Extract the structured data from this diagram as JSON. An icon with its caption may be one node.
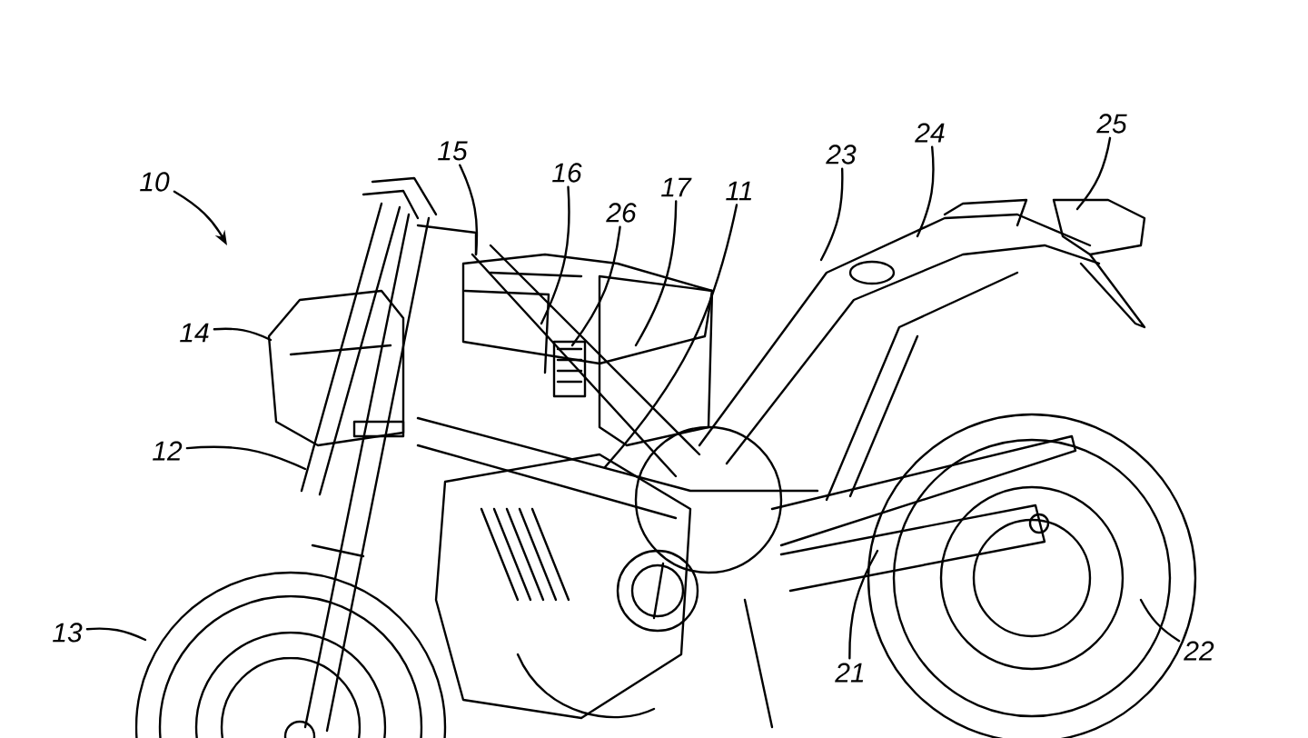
{
  "diagram": {
    "nodes": [
      {
        "text": [
          "10"
        ]
      },
      {
        "text": [
          "15"
        ]
      },
      {
        "text": [
          "16"
        ]
      },
      {
        "text": [
          "26"
        ]
      },
      {
        "text": [
          "17"
        ]
      },
      {
        "text": [
          "11"
        ]
      },
      {
        "text": [
          "23"
        ]
      },
      {
        "text": [
          "24"
        ]
      },
      {
        "text": [
          "25"
        ]
      },
      {
        "text": [
          "14"
        ]
      },
      {
        "text": [
          "12"
        ]
      },
      {
        "text": [
          "13"
        ]
      },
      {
        "text": [
          "21"
        ]
      },
      {
        "text": [
          "22"
        ]
      }
    ],
    "edges": [
      {
        "from": 0,
        "to": null,
        "arrow": "to"
      },
      {
        "from": 1,
        "to": null,
        "arrow": "none"
      },
      {
        "from": 2,
        "to": null,
        "arrow": "none"
      },
      {
        "from": 3,
        "to": null,
        "arrow": "none"
      },
      {
        "from": 4,
        "to": null,
        "arrow": "none"
      },
      {
        "from": 5,
        "to": null,
        "arrow": "none"
      },
      {
        "from": 6,
        "to": null,
        "arrow": "none"
      },
      {
        "from": 7,
        "to": null,
        "arrow": "none"
      },
      {
        "from": 8,
        "to": null,
        "arrow": "none"
      },
      {
        "from": 9,
        "to": null,
        "arrow": "none"
      },
      {
        "from": 10,
        "to": null,
        "arrow": "none"
      },
      {
        "from": 11,
        "to": null,
        "arrow": "none"
      },
      {
        "from": 12,
        "to": null,
        "arrow": "none"
      },
      {
        "from": 13,
        "to": null,
        "arrow": "none"
      }
    ]
  }
}
